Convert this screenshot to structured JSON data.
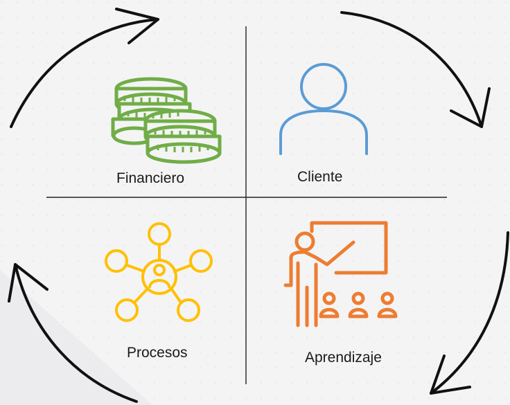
{
  "quadrants": {
    "financiero": {
      "label": "Financiero",
      "icon": "coins-stack-icon",
      "color": "#70ad47"
    },
    "cliente": {
      "label": "Cliente",
      "icon": "person-icon",
      "color": "#5b9bd5"
    },
    "procesos": {
      "label": "Procesos",
      "icon": "process-network-icon",
      "color": "#ffc000"
    },
    "aprendizaje": {
      "label": "Aprendizaje",
      "icon": "teacher-presentation-icon",
      "color": "#ed7d31"
    }
  },
  "cycle": {
    "direction": "clockwise",
    "arrow_color": "#111111"
  },
  "divider_color": "#222222"
}
